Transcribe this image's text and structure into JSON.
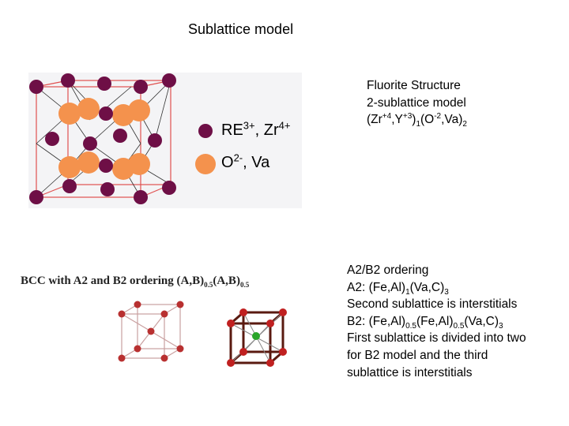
{
  "title": "Sublattice model",
  "fluorite": {
    "legend": [
      {
        "label": "RE",
        "sup": "3+",
        "sep": ", ",
        "label2": "Zr",
        "sup2": "4+",
        "color": "#6e0f46"
      },
      {
        "label": "O",
        "sup": "2-",
        "sep": ", Va",
        "label2": "",
        "sup2": "",
        "color": "#f4924d"
      }
    ],
    "lines": {
      "l1": "Fluorite Structure",
      "l2": "2-sublattice model",
      "l3": {
        "p1": "(Zr",
        "s1": "+4",
        "p2": ",Y",
        "s2": "+3",
        "p3": ")",
        "s3": "1",
        "p4": "(O",
        "s4": "-2",
        "p5": ",Va)",
        "s5": "2"
      }
    }
  },
  "bcc": {
    "heading": {
      "p1": "BCC with A2 and B2 ordering (A,B)",
      "s1": "0.5",
      "p2": "(A,B)",
      "s2": "0.5"
    }
  },
  "a2b2": {
    "l1": "A2/B2 ordering",
    "l2": {
      "p1": "A2: (Fe,Al)",
      "s1": "1",
      "p2": "(Va,C)",
      "s2": "3"
    },
    "l3": "Second sublattice is interstitials",
    "l4": {
      "p1": "B2: (Fe,Al)",
      "s1": "0.5",
      "p2": "(Fe,Al)",
      "s2": "0.5",
      "p3": "(Va,C)",
      "s3": "3"
    },
    "l5": "First sublattice is divided into two",
    "l6": "for B2 model and the third",
    "l7": "sublattice is interstitials"
  },
  "colors": {
    "cation": "#6e0f46",
    "anion": "#f4924d",
    "cell_edge": "#e05050",
    "bond": "#333333",
    "b2_center": "#2aa52a"
  }
}
